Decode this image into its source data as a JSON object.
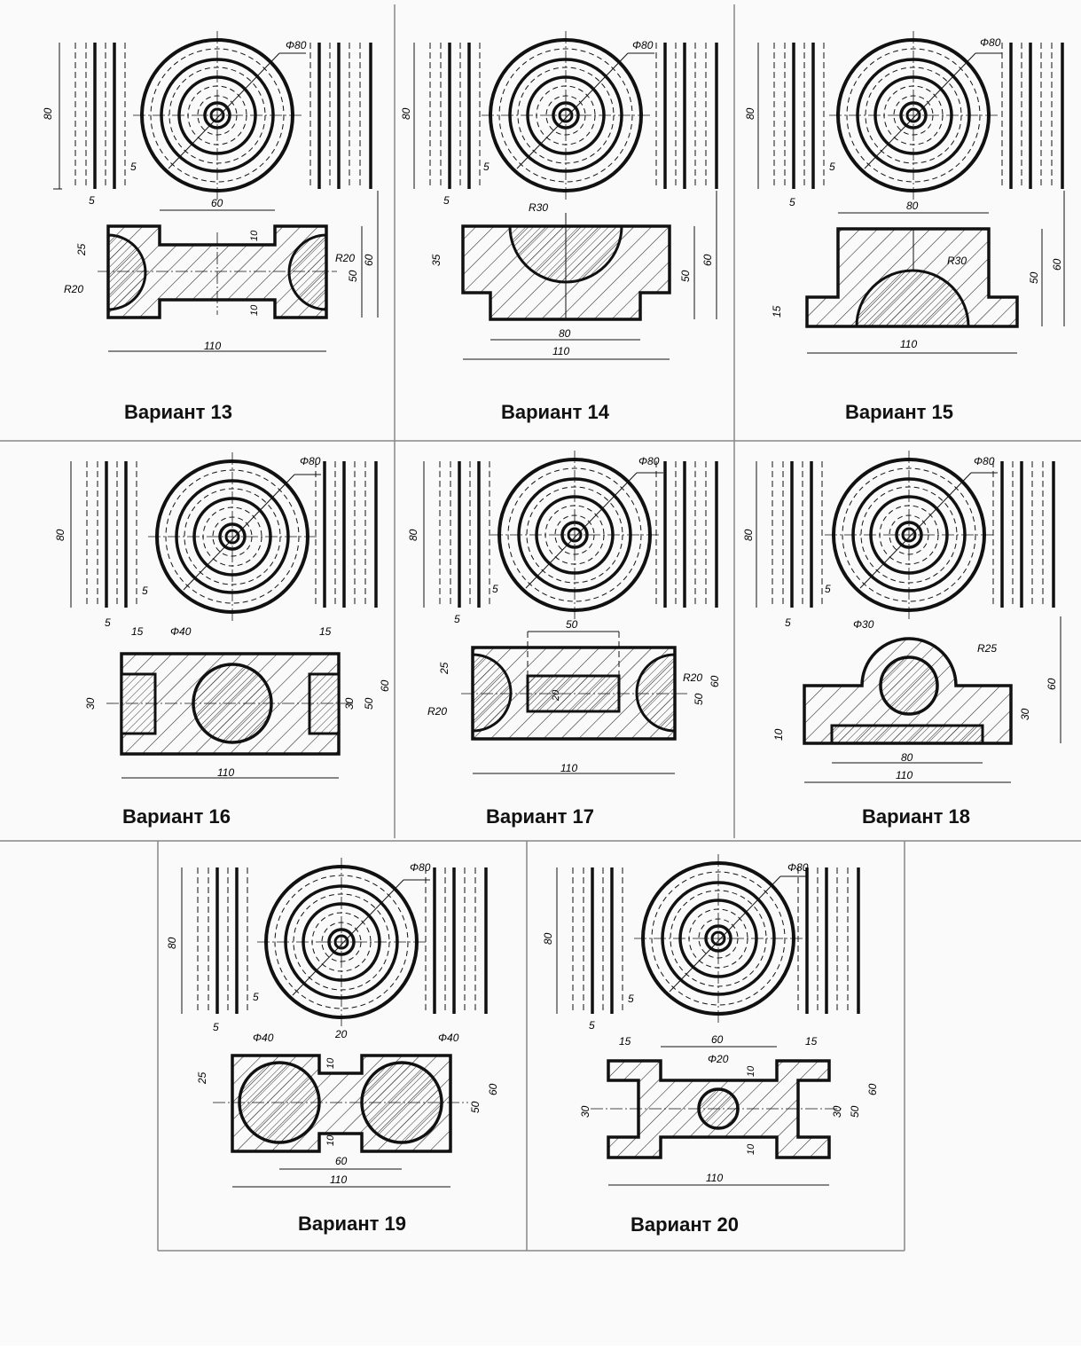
{
  "variants": [
    {
      "label": "Вариант 13",
      "dims": {
        "phi": "Φ80",
        "h": "80",
        "s1": "5",
        "s2": "5",
        "top": "60",
        "w": "110",
        "a": "25",
        "r1": "R20",
        "r2": "R20",
        "t1": "10",
        "t2": "10",
        "h50": "50",
        "h60": "60"
      }
    },
    {
      "label": "Вариант 14",
      "dims": {
        "phi": "Φ80",
        "h": "80",
        "s1": "5",
        "s2": "5",
        "r": "R30",
        "a": "35",
        "w80": "80",
        "w": "110",
        "h50": "50",
        "h60": "60"
      }
    },
    {
      "label": "Вариант 15",
      "dims": {
        "phi": "Φ80",
        "h": "80",
        "s1": "5",
        "s2": "5",
        "top": "80",
        "r": "R30",
        "a": "15",
        "w": "110",
        "h50": "50",
        "h60": "60"
      }
    },
    {
      "label": "Вариант 16",
      "dims": {
        "phi": "Φ80",
        "h": "80",
        "s1": "5",
        "s2": "5",
        "l15": "15",
        "r15": "15",
        "d40": "Φ40",
        "a": "30",
        "b": "30",
        "h50": "50",
        "h60": "60",
        "w": "110"
      }
    },
    {
      "label": "Вариант 17",
      "dims": {
        "phi": "Φ80",
        "h": "80",
        "s1": "5",
        "s2": "5",
        "top": "50",
        "a": "25",
        "c": "20",
        "r1": "R20",
        "r2": "R20",
        "w": "110",
        "h50": "50",
        "h60": "60"
      }
    },
    {
      "label": "Вариант 18",
      "dims": {
        "phi": "Φ80",
        "h": "80",
        "s1": "5",
        "s2": "5",
        "d30": "Φ30",
        "r": "R25",
        "a": "10",
        "b": "30",
        "w80": "80",
        "w": "110",
        "h60": "60"
      }
    },
    {
      "label": "Вариант 19",
      "dims": {
        "phi": "Φ80",
        "h": "80",
        "s1": "5",
        "s2": "5",
        "d1": "Φ40",
        "d2": "Φ40",
        "top": "20",
        "t1": "10",
        "t2": "10",
        "a": "25",
        "w60": "60",
        "w": "110",
        "h50": "50",
        "h60": "60"
      }
    },
    {
      "label": "Вариант 20",
      "dims": {
        "phi": "Φ80",
        "h": "80",
        "s1": "5",
        "s2": "5",
        "l15": "15",
        "top": "60",
        "r15": "15",
        "d20": "Φ20",
        "t1": "10",
        "t2": "10",
        "a": "30",
        "b": "30",
        "w": "110",
        "h50": "50",
        "h60": "60"
      }
    }
  ]
}
